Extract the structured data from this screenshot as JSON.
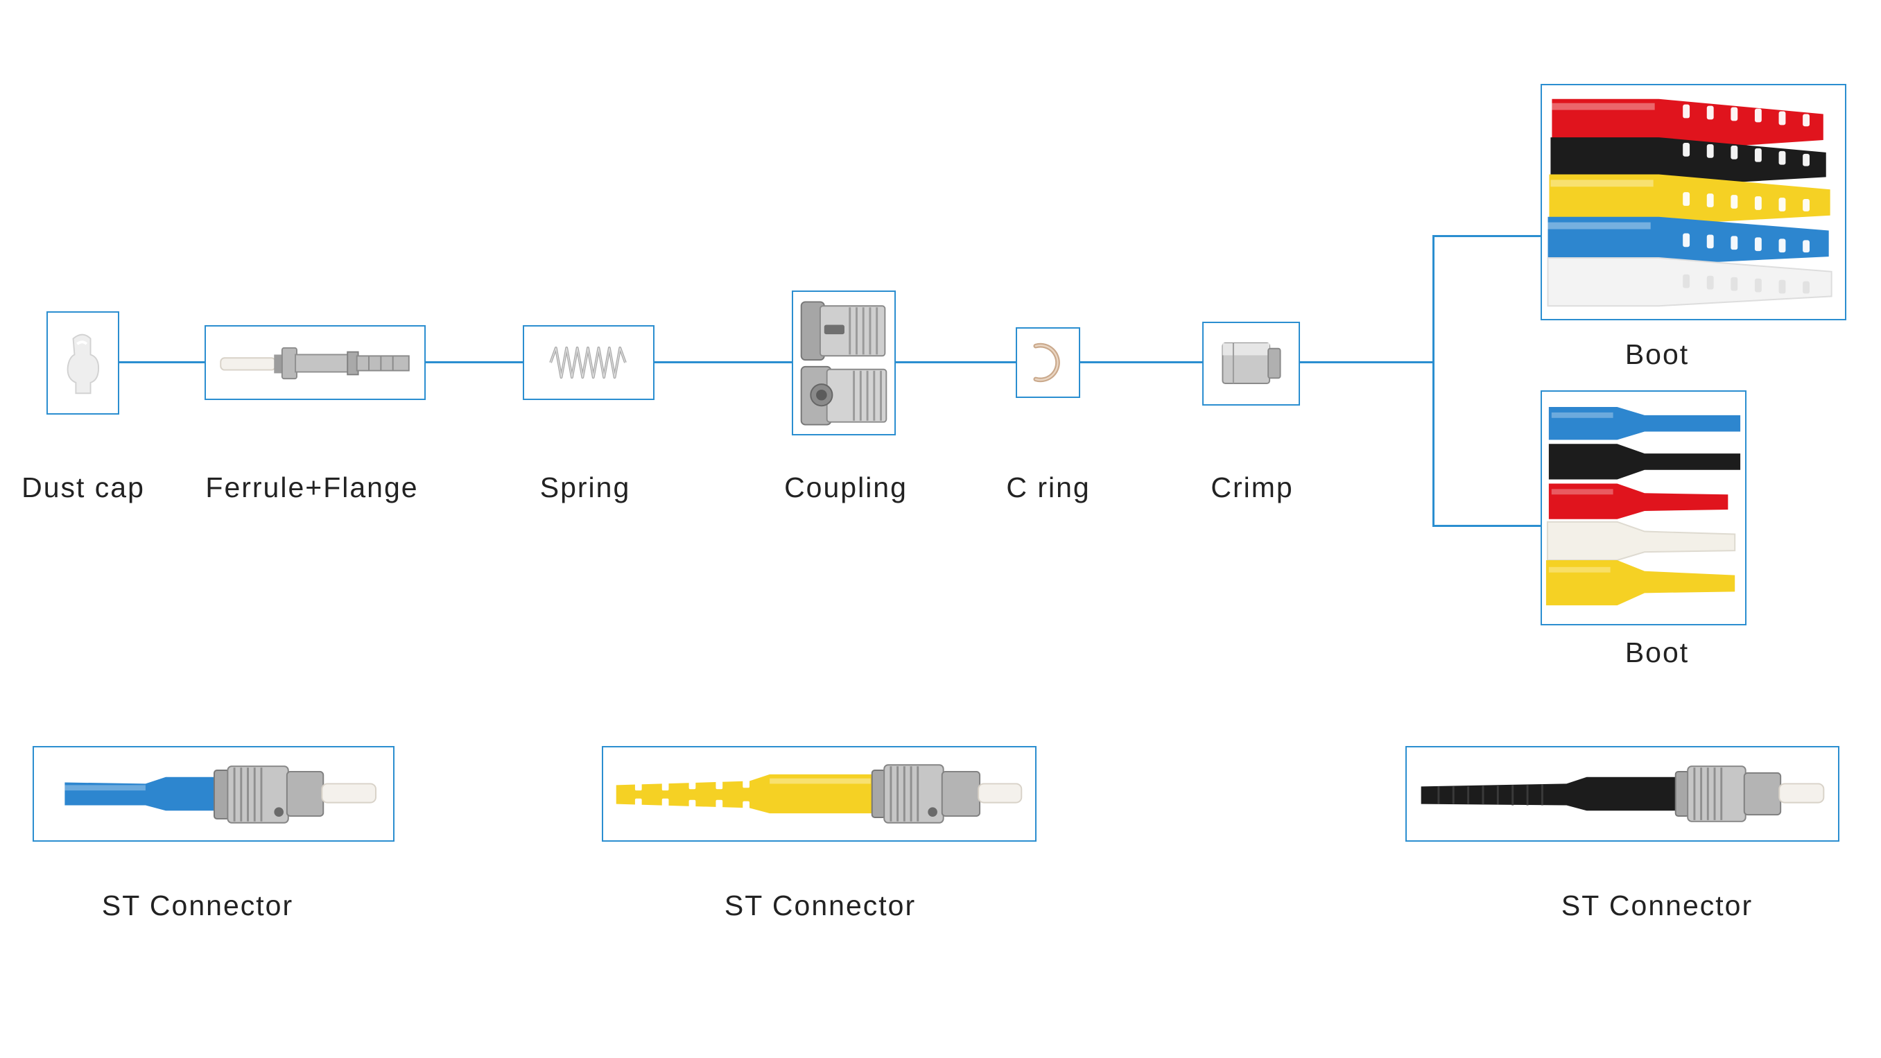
{
  "colors": {
    "accent_line": "#2b8ed0",
    "boot_red": "#e0141d",
    "boot_black": "#1c1c1c",
    "boot_yellow": "#f5d124",
    "boot_blue": "#2d86cf",
    "boot_white": "#f3f3f3",
    "metal": "#b9b9b9",
    "ceramic": "#f4f1ec"
  },
  "components": [
    {
      "id": "dust-cap",
      "label": "Dust cap",
      "icon": "dust-cap-icon"
    },
    {
      "id": "ferrule-flange",
      "label": "Ferrule+Flange",
      "icon": "ferrule-icon"
    },
    {
      "id": "spring",
      "label": "Spring",
      "icon": "spring-icon"
    },
    {
      "id": "coupling",
      "label": "Coupling",
      "icon": "coupling-icon"
    },
    {
      "id": "c-ring",
      "label": "C ring",
      "icon": "c-ring-icon"
    },
    {
      "id": "crimp",
      "label": "Crimp",
      "icon": "crimp-icon"
    }
  ],
  "boots": [
    {
      "id": "boot-ribbed",
      "label": "Boot",
      "icon": "ribbed-boots-icon",
      "colors": [
        "red",
        "black",
        "yellow",
        "blue",
        "white"
      ]
    },
    {
      "id": "boot-smooth",
      "label": "Boot",
      "icon": "tapered-boots-icon",
      "colors": [
        "blue",
        "black",
        "red",
        "white",
        "yellow"
      ]
    }
  ],
  "assemblies": [
    {
      "id": "st-blue",
      "label": "ST Connector",
      "icon": "st-connector-blue-icon"
    },
    {
      "id": "st-yellow",
      "label": "ST Connector",
      "icon": "st-connector-yellow-icon"
    },
    {
      "id": "st-black",
      "label": "ST Connector",
      "icon": "st-connector-black-icon"
    }
  ]
}
